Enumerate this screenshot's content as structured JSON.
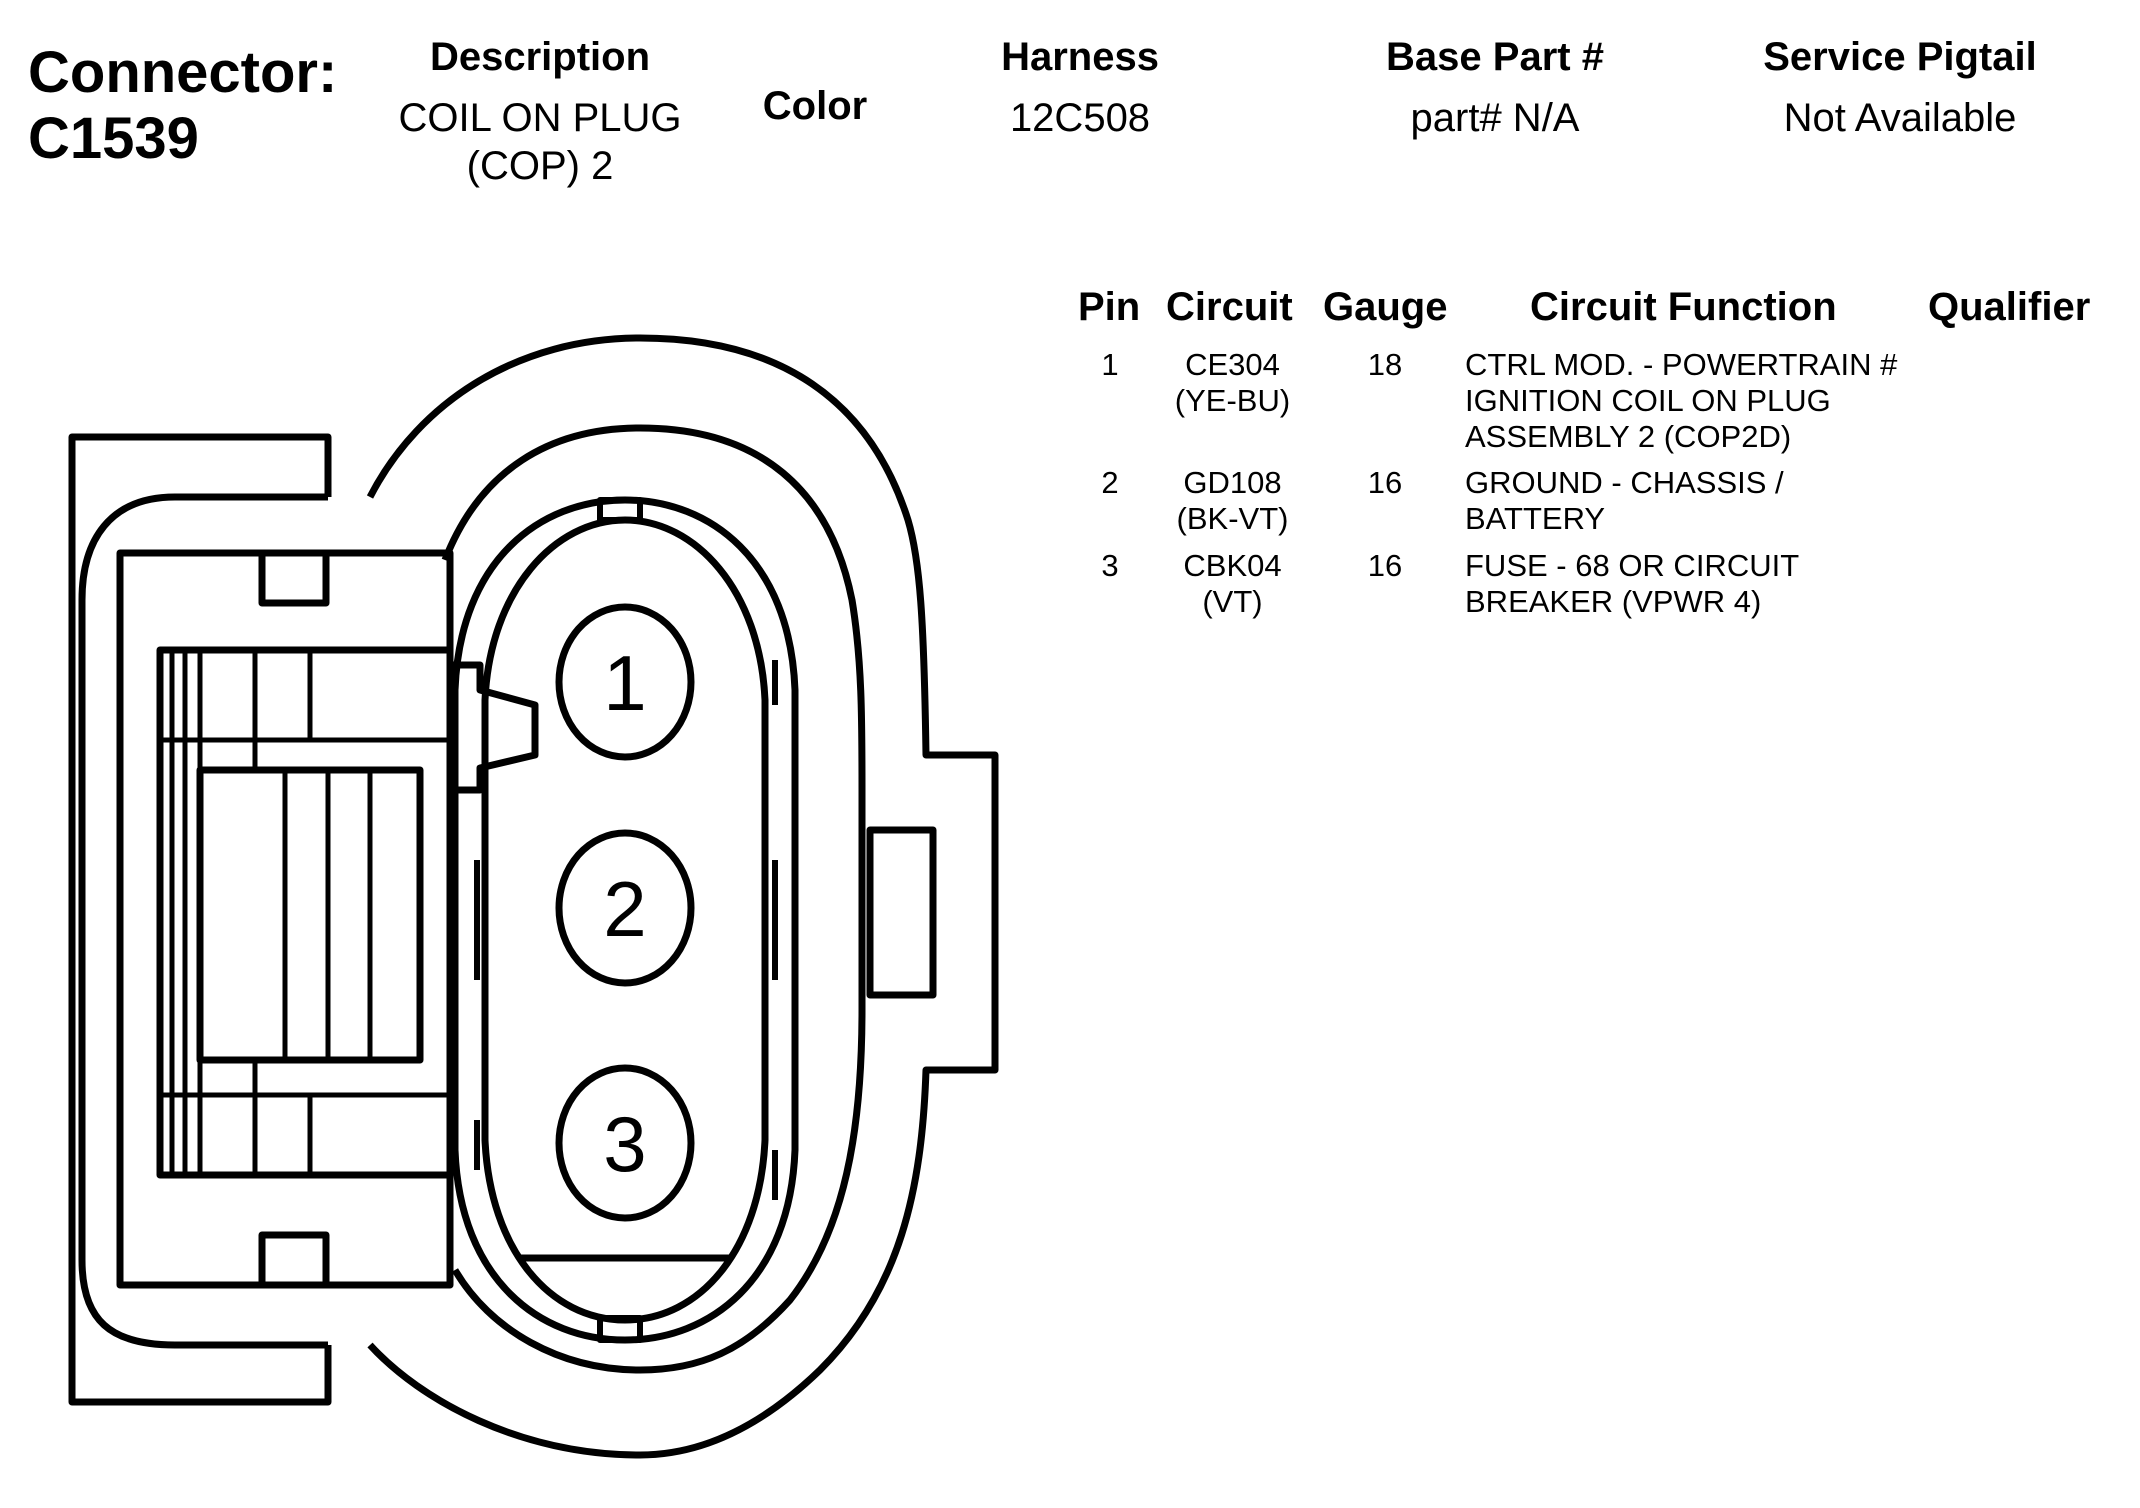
{
  "connector": {
    "label": "Connector:",
    "id": "C1539"
  },
  "header": {
    "description_label": "Description",
    "description_line1": "COIL ON PLUG",
    "description_line2": "(COP) 2",
    "color_label": "Color",
    "harness_label": "Harness",
    "harness_value": "12C508",
    "base_part_label": "Base Part #",
    "base_part_value": "part# N/A",
    "service_pigtail_label": "Service Pigtail",
    "service_pigtail_value": "Not Available"
  },
  "table": {
    "columns": [
      "Pin",
      "Circuit",
      "Gauge",
      "Circuit Function",
      "Qualifier"
    ],
    "rows": [
      {
        "pin": "1",
        "circuit": "CE304",
        "circuit_color": "(YE-BU)",
        "gauge": "18",
        "function": [
          "CTRL MOD. - POWERTRAIN #",
          "IGNITION COIL ON PLUG",
          "ASSEMBLY 2 (COP2D)"
        ],
        "qualifier": ""
      },
      {
        "pin": "2",
        "circuit": "GD108",
        "circuit_color": "(BK-VT)",
        "gauge": "16",
        "function": [
          "GROUND - CHASSIS /",
          "BATTERY"
        ],
        "qualifier": ""
      },
      {
        "pin": "3",
        "circuit": "CBK04",
        "circuit_color": "(VT)",
        "gauge": "16",
        "function": [
          "FUSE - 68 OR CIRCUIT",
          "BREAKER (VPWR 4)"
        ],
        "qualifier": ""
      }
    ]
  },
  "diagram": {
    "pins": [
      "1",
      "2",
      "3"
    ]
  }
}
